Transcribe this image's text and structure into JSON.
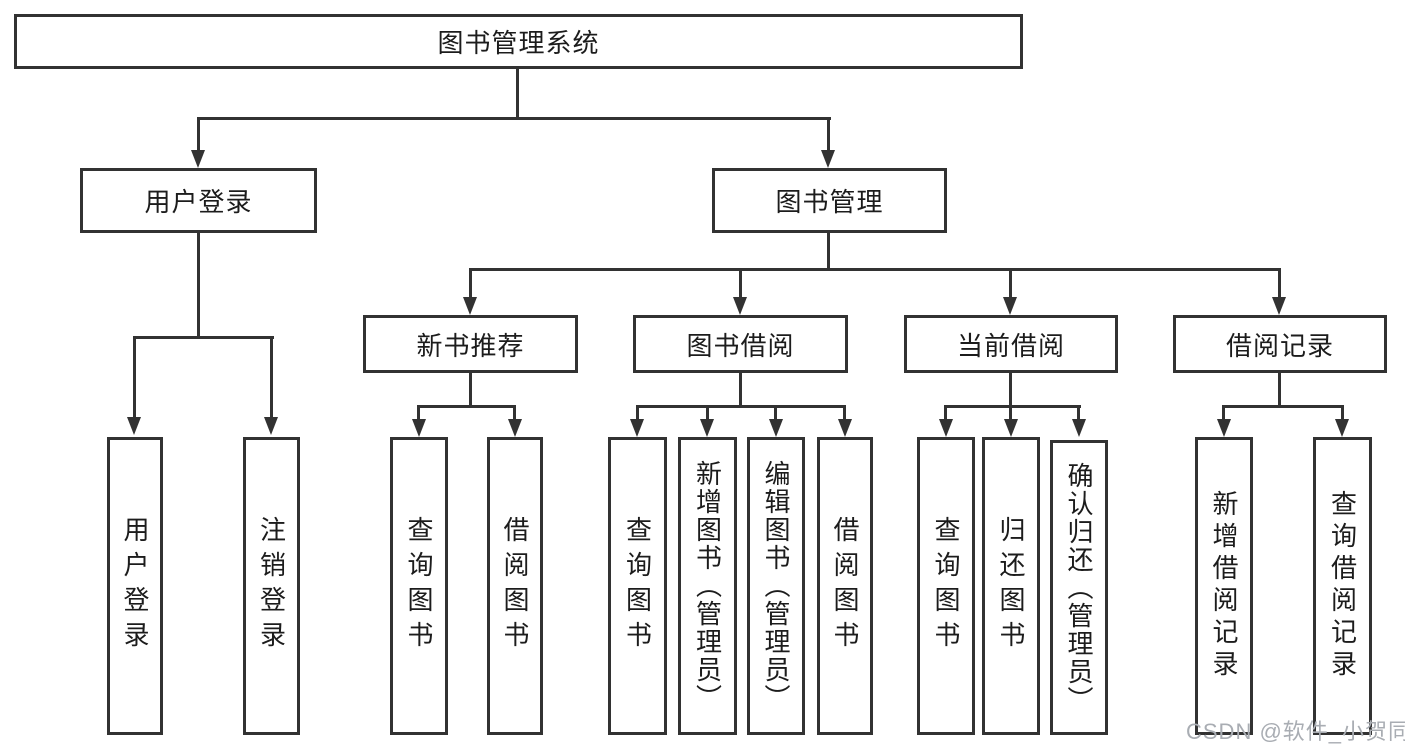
{
  "root": {
    "label": "图书管理系统"
  },
  "level2": {
    "user_login": {
      "label": "用户登录"
    },
    "book_management": {
      "label": "图书管理"
    }
  },
  "level3": {
    "new_book_recommend": {
      "label": "新书推荐"
    },
    "book_borrow": {
      "label": "图书借阅"
    },
    "current_borrow": {
      "label": "当前借阅"
    },
    "borrow_records": {
      "label": "借阅记录"
    }
  },
  "leaves": {
    "user_login": [
      {
        "label": "用户登录"
      },
      {
        "label": "注销登录"
      }
    ],
    "new_book_recommend": [
      {
        "label": "查询图书"
      },
      {
        "label": "借阅图书"
      }
    ],
    "book_borrow": [
      {
        "label": "查询图书"
      },
      {
        "label": "新增图书（管理员）"
      },
      {
        "label": "编辑图书（管理员）"
      },
      {
        "label": "借阅图书"
      }
    ],
    "current_borrow": [
      {
        "label": "查询图书"
      },
      {
        "label": "归还图书"
      },
      {
        "label": "确认归还（管理员）"
      }
    ],
    "borrow_records": [
      {
        "label": "新增借阅记录"
      },
      {
        "label": "查询借阅记录"
      }
    ]
  },
  "watermark": {
    "text": "CSDN @软件_小贺同学"
  },
  "colors": {
    "line": "#323232",
    "text": "#1c1c1c",
    "background": "#ffffff",
    "watermark": "#a9adb3"
  }
}
